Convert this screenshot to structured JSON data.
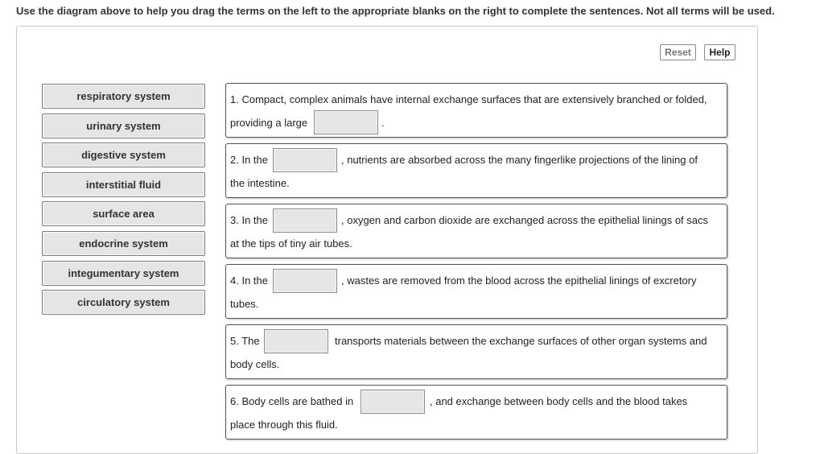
{
  "instructions": "Use the diagram above to help you drag the terms on the left to the appropriate blanks on the right to complete the sentences. Not all terms will be used.",
  "toolbar": {
    "reset_label": "Reset",
    "help_label": "Help"
  },
  "terms": [
    "respiratory system",
    "urinary system",
    "digestive system",
    "interstitial fluid",
    "surface area",
    "endocrine system",
    "integumentary system",
    "circulatory system"
  ],
  "sentences": [
    {
      "first": "1. Compact, complex animals have internal exchange surfaces that are extensively branched or folded,",
      "before": "providing a large",
      "after": "."
    },
    {
      "before": "2. In the",
      "after": ", nutrients are absorbed across the many fingerlike projections of the lining of",
      "second": "the intestine."
    },
    {
      "before": "3. In the",
      "after": ", oxygen and carbon dioxide are exchanged across the epithelial linings of sacs",
      "second": "at the tips of tiny air tubes."
    },
    {
      "before": "4. In the",
      "after": ", wastes are removed from the blood across the epithelial linings of excretory",
      "second": "tubes."
    },
    {
      "before": "5. The",
      "after": "transports materials between the exchange surfaces of other organ systems and",
      "second": "body cells."
    },
    {
      "before": "6. Body cells are bathed in",
      "after": ", and exchange between body cells and the blood takes",
      "second": "place through this fluid."
    }
  ]
}
